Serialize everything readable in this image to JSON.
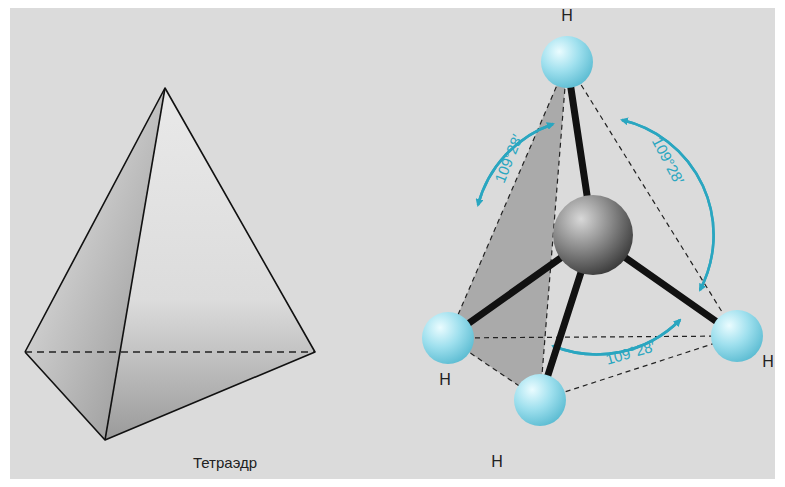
{
  "diagram": {
    "labels": [
      "Тетраэдр",
      "H",
      "H",
      "H",
      "H",
      "109°28′",
      "109°28′",
      "109°28′"
    ]
  }
}
